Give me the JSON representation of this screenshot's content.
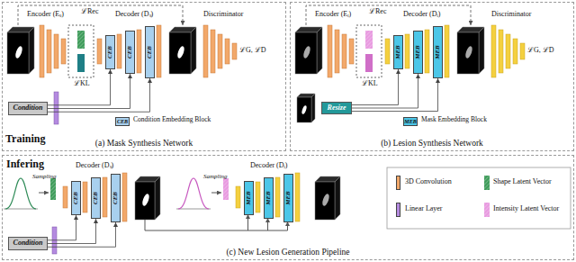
{
  "diagram": {
    "nodes": [
      {
        "text": [
          "(a) Mask Synthesis Network"
        ]
      },
      {
        "text": [
          "CEB"
        ],
        "in": 0
      },
      {
        "text": [
          "CEB"
        ],
        "in": 0
      },
      {
        "text": [
          "CEB"
        ],
        "in": 0
      },
      {
        "text": [
          "Condition"
        ],
        "in": 0
      },
      {
        "text": [
          "(b) Lesion Synthesis Network"
        ]
      },
      {
        "text": [
          "MEB"
        ],
        "in": 5
      },
      {
        "text": [
          "MEB"
        ],
        "in": 5
      },
      {
        "text": [
          "MEB"
        ],
        "in": 5
      },
      {
        "text": [
          "Resize"
        ],
        "in": 5
      },
      {
        "text": [
          "Infering",
          "(c) New Lesion Generation Pipeline"
        ]
      },
      {
        "text": [
          "CEB"
        ],
        "in": 10
      },
      {
        "text": [
          "CEB"
        ],
        "in": 10
      },
      {
        "text": [
          "CEB"
        ],
        "in": 10
      },
      {
        "text": [
          "Condition"
        ],
        "in": 10
      },
      {
        "text": [
          "MEB"
        ],
        "in": 10
      },
      {
        "text": [
          "MEB"
        ],
        "in": 10
      },
      {
        "text": [
          "MEB"
        ],
        "in": 10
      }
    ],
    "edges": [
      {
        "from": 4,
        "to": 1,
        "arrow": "to"
      },
      {
        "from": 4,
        "to": 2,
        "arrow": "to"
      },
      {
        "from": 4,
        "to": 3,
        "arrow": "to"
      },
      {
        "from": 9,
        "to": 6,
        "arrow": "to"
      },
      {
        "from": 9,
        "to": 7,
        "arrow": "to"
      },
      {
        "from": 9,
        "to": 8,
        "arrow": "to"
      },
      {
        "from": 14,
        "to": 11,
        "arrow": "to"
      },
      {
        "from": 14,
        "to": 12,
        "arrow": "to"
      },
      {
        "from": 14,
        "to": 13,
        "arrow": "to"
      }
    ],
    "labels": [
      "Encoder (Eₛ)",
      "ℒRec",
      "Decoder (Dₛ)",
      "Discriminator",
      "ℒKL",
      "ℒG, ℒD",
      "CEB",
      "Training",
      "Encoder (Eᵢ)",
      "ℒRec",
      "Decoder (Dᵢ)",
      "Discriminator",
      "ℒKL",
      "ℒG, ℒD",
      "MEB",
      "Sampling",
      "Decoder (Dₛ)",
      "Sampling",
      "Decoder (Dᵢ)"
    ],
    "legend": [
      {
        "text": "Condition Embedding Block",
        "color": "#a8d0ee"
      },
      {
        "text": "Mask Embedding Block",
        "color": "#4cc6e8"
      },
      {
        "text": "3D Convolution",
        "color": "#f2a86a"
      },
      {
        "text": "Shape Latent Vector"
      },
      {
        "text": "Linear Layer",
        "color": "#b48ae0"
      },
      {
        "text": "Intensity Latent Vector"
      }
    ]
  }
}
